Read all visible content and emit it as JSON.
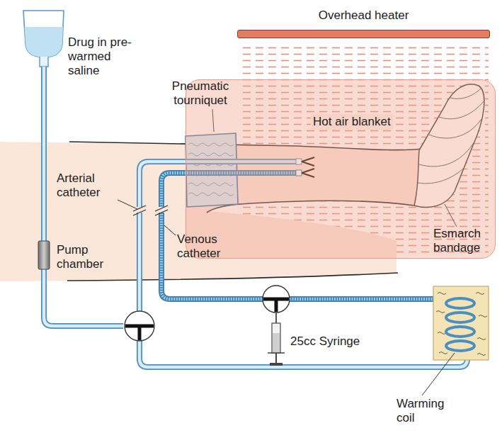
{
  "diagram": {
    "nodes": [
      {
        "text": [
          "Overhead heater"
        ]
      },
      {
        "text": [
          "Hot air blanket"
        ]
      }
    ],
    "labels": [
      "Drug in pre-warmed saline",
      "Pneumatic tourniquet",
      "Arterial catheter",
      "Venous catheter",
      "Pump chamber",
      "Esmarch bandage",
      "25cc Syringe",
      "Warming coil"
    ]
  }
}
